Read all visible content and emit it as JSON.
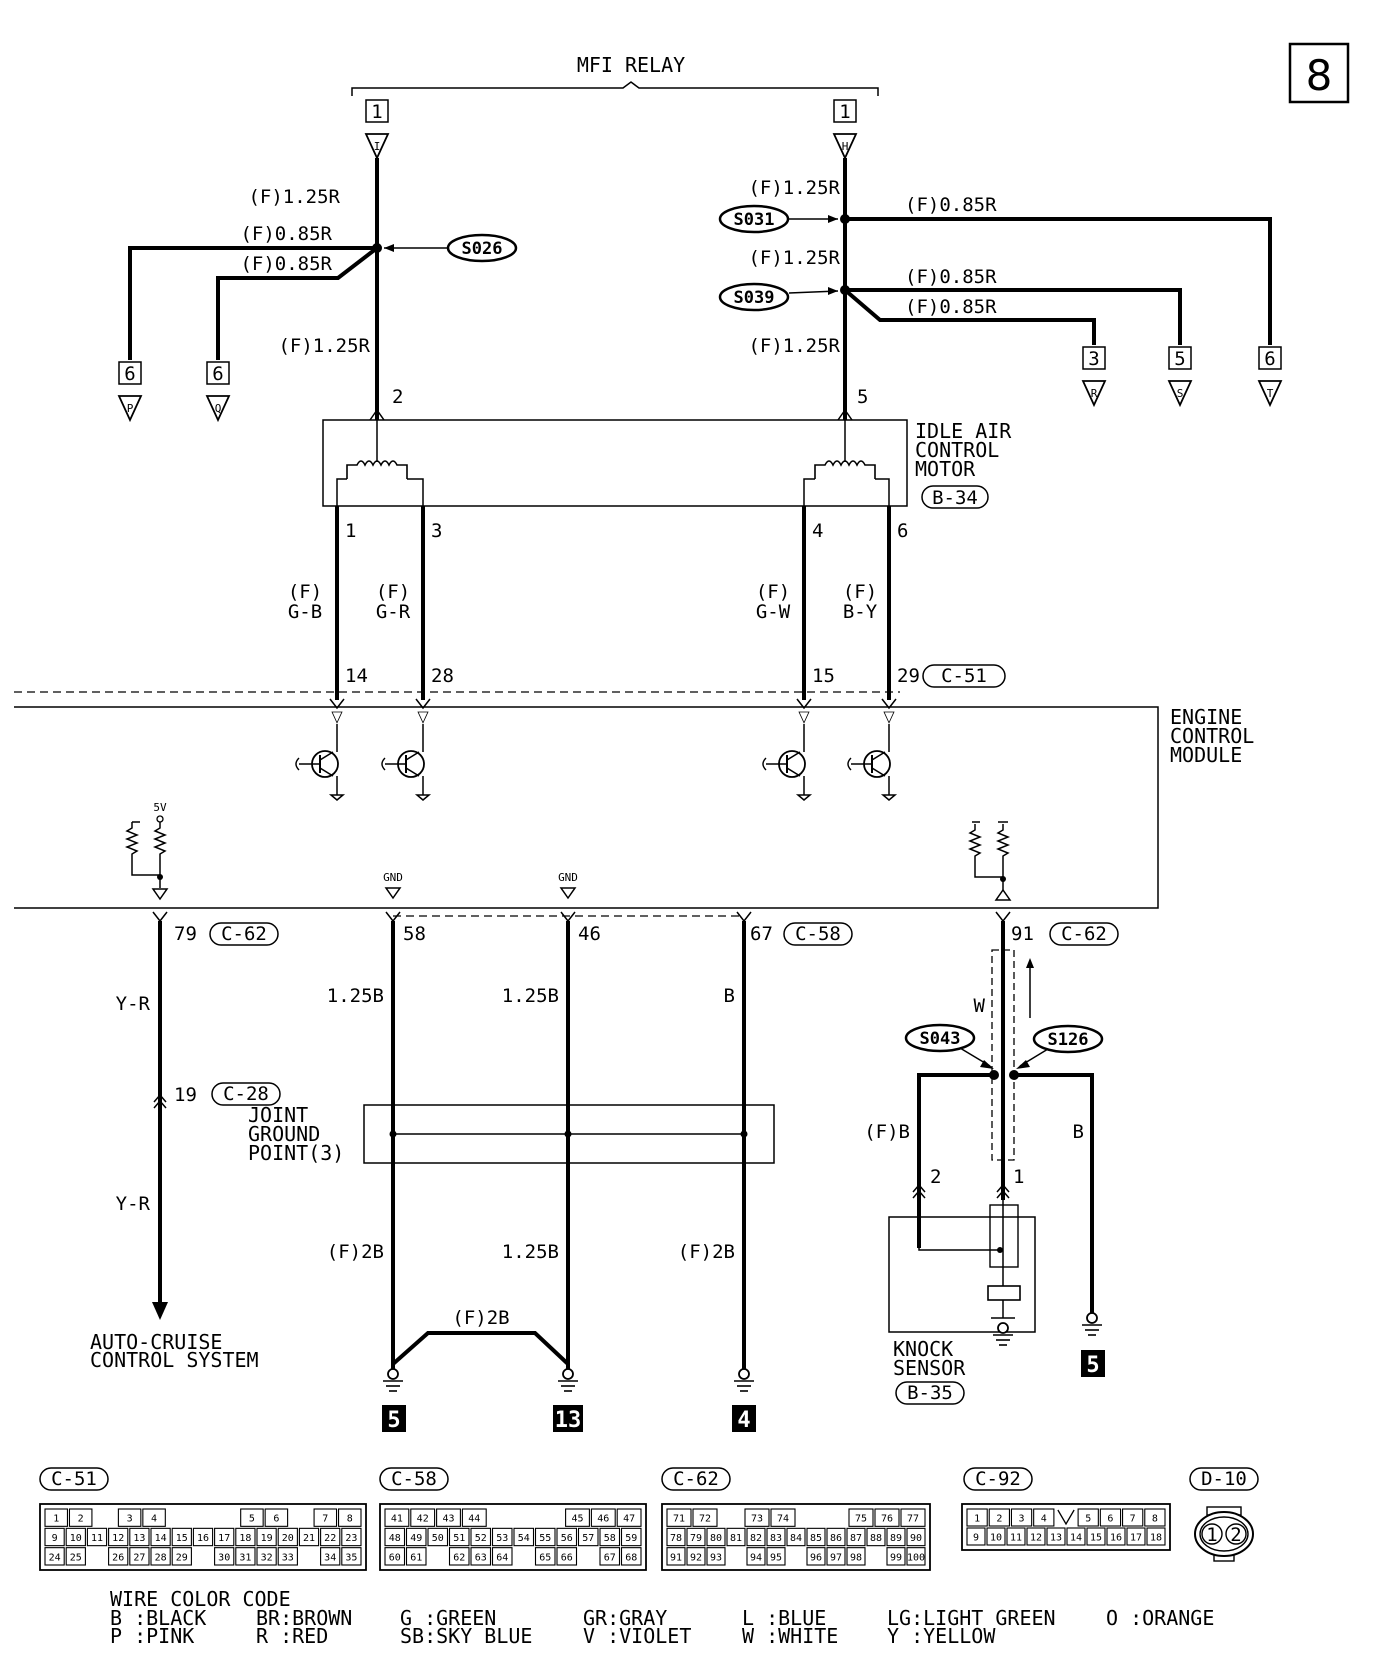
{
  "page_number": "8",
  "relay": {
    "title": "MFI RELAY",
    "pin_left": "1",
    "pin_right": "1",
    "term_left": "I",
    "term_right": "H"
  },
  "left_net": {
    "wire_top": "(F)1.25R",
    "wire_a": "(F)0.85R",
    "wire_b": "(F)0.85R",
    "wire_bottom": "(F)1.25R",
    "splice": "S026",
    "conn_p_num": "6",
    "conn_p": "P",
    "conn_q_num": "6",
    "conn_q": "Q"
  },
  "right_net": {
    "wire_top": "(F)1.25R",
    "wire_mid": "(F)1.25R",
    "wire_bottom": "(F)1.25R",
    "wire_t": "(F)0.85R",
    "wire_s": "(F)0.85R",
    "wire_r": "(F)0.85R",
    "splice_1": "S031",
    "splice_2": "S039",
    "conn_r_num": "3",
    "conn_r": "R",
    "conn_s_num": "5",
    "conn_s": "S",
    "conn_t_num": "6",
    "conn_t": "T"
  },
  "iac_motor": {
    "name_1": "IDLE AIR",
    "name_2": "CONTROL",
    "name_3": "MOTOR",
    "connector": "B-34",
    "pin_2": "2",
    "pin_5": "5",
    "pin_1": "1",
    "pin_3": "3",
    "pin_4": "4",
    "pin_6": "6",
    "wire_1_tag": "(F)",
    "wire_1_color": "G-B",
    "wire_3_tag": "(F)",
    "wire_3_color": "G-R",
    "wire_4_tag": "(F)",
    "wire_4_color": "G-W",
    "wire_6_tag": "(F)",
    "wire_6_color": "B-Y"
  },
  "ecm": {
    "name_1": "ENGINE",
    "name_2": "CONTROL",
    "name_3": "MODULE",
    "pin_14": "14",
    "pin_28": "28",
    "pin_15": "15",
    "pin_29": "29",
    "conn_c51": "C-51",
    "vref": "5V",
    "gnd_1": "GND",
    "gnd_2": "GND",
    "pin_79": "79",
    "pin_58": "58",
    "pin_46": "46",
    "pin_67": "67",
    "pin_91": "91",
    "conn_c62_a": "C-62",
    "conn_c58": "C-58",
    "conn_c62_b": "C-62"
  },
  "lower": {
    "wire_yr_1": "Y-R",
    "pin_19": "19",
    "conn_c28": "C-28",
    "wire_yr_2": "Y-R",
    "auto_cruise_1": "AUTO-CRUISE",
    "auto_cruise_2": "CONTROL SYSTEM",
    "wire_58_upper": "1.25B",
    "wire_46_upper": "1.25B",
    "wire_67_upper": "B",
    "joint_1": "JOINT",
    "joint_2": "GROUND",
    "joint_3": "POINT(3)",
    "wire_58_lower": "(F)2B",
    "wire_46_lower": "1.25B",
    "wire_67_lower": "(F)2B",
    "wire_bridge": "(F)2B",
    "ground_5a": "5",
    "ground_13": "13",
    "ground_4": "4",
    "ground_5b": "5",
    "wire_w": "W",
    "splice_s043": "S043",
    "splice_s126": "S126",
    "wire_fb": "(F)B",
    "wire_b": "B",
    "ks_pin_2": "2",
    "ks_pin_1": "1",
    "knock_1": "KNOCK",
    "knock_2": "SENSOR",
    "conn_b35": "B-35"
  },
  "connectors": {
    "c51": {
      "title": "C-51",
      "rows": [
        [
          "1",
          "2",
          "",
          "3",
          "4",
          "",
          "",
          "",
          "5",
          "6",
          "",
          "7",
          "8"
        ],
        [
          "9",
          "10",
          "11",
          "12",
          "13",
          "14",
          "15",
          "16",
          "17",
          "18",
          "19",
          "20",
          "21",
          "22",
          "23"
        ],
        [
          "24",
          "25",
          "",
          "26",
          "27",
          "28",
          "29",
          "",
          "30",
          "31",
          "32",
          "33",
          "",
          "34",
          "35"
        ]
      ]
    },
    "c58": {
      "title": "C-58",
      "rows": [
        [
          "41",
          "42",
          "43",
          "44",
          "",
          "",
          "",
          "45",
          "46",
          "47"
        ],
        [
          "48",
          "49",
          "50",
          "51",
          "52",
          "53",
          "54",
          "55",
          "56",
          "57",
          "58",
          "59"
        ],
        [
          "60",
          "61",
          "",
          "62",
          "63",
          "64",
          "",
          "65",
          "66",
          "",
          "67",
          "68"
        ]
      ]
    },
    "c62": {
      "title": "C-62",
      "rows": [
        [
          "71",
          "72",
          "",
          "73",
          "74",
          "",
          "",
          "75",
          "76",
          "77"
        ],
        [
          "78",
          "79",
          "80",
          "81",
          "82",
          "83",
          "84",
          "85",
          "86",
          "87",
          "88",
          "89",
          "90"
        ],
        [
          "91",
          "92",
          "93",
          "",
          "94",
          "95",
          "",
          "96",
          "97",
          "98",
          "",
          "99",
          "100"
        ]
      ]
    },
    "c92": {
      "title": "C-92",
      "rows": [
        [
          "1",
          "2",
          "3",
          "4",
          "",
          "5",
          "6",
          "7",
          "8"
        ],
        [
          "9",
          "10",
          "11",
          "12",
          "13",
          "14",
          "15",
          "16",
          "17",
          "18"
        ]
      ]
    },
    "d10": {
      "title": "D-10",
      "pins": [
        "1",
        "2"
      ]
    }
  },
  "legend": {
    "title": "WIRE COLOR CODE",
    "row1": [
      "B :BLACK",
      "BR:BROWN",
      "G :GREEN",
      "GR:GRAY",
      "L :BLUE",
      "LG:LIGHT GREEN",
      "O :ORANGE"
    ],
    "row2": [
      "P :PINK",
      "R :RED",
      "SB:SKY BLUE",
      "V :VIOLET",
      "W :WHITE",
      "Y :YELLOW"
    ]
  }
}
